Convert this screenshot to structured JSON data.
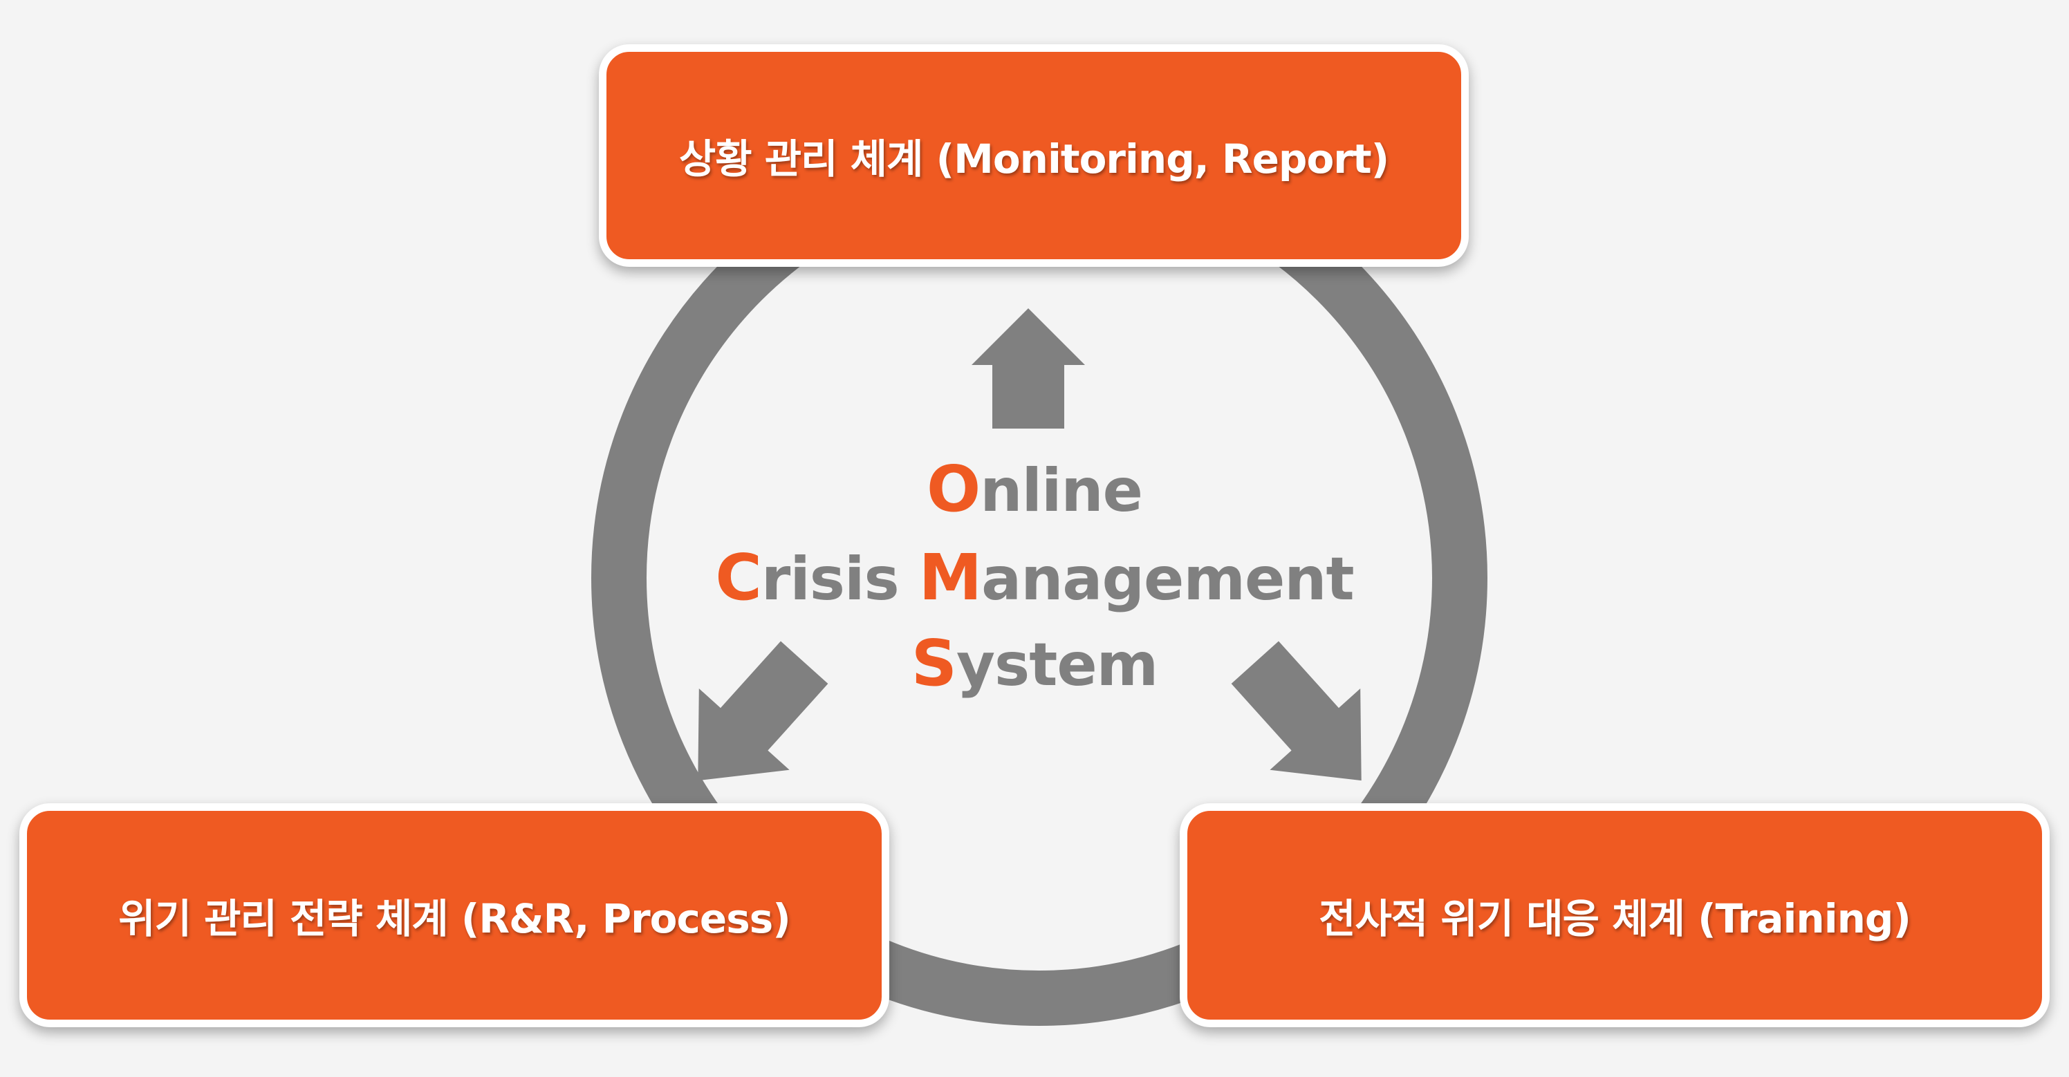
{
  "boxes": {
    "top": {
      "label": "상황 관리 체계 (Monitoring, Report)"
    },
    "left": {
      "label": "위기 관리 전략 체계 (R&R, Process)"
    },
    "right": {
      "label": "전사적 위기 대응 체계 (Training)"
    }
  },
  "center": {
    "line1": {
      "initial": "O",
      "rest": "nline"
    },
    "line2": {
      "initial1": "C",
      "rest1": "risis ",
      "initial2": "M",
      "rest2": "anagement"
    },
    "line3": {
      "initial": "S",
      "rest": "ystem"
    }
  },
  "colors": {
    "accent": "#ef5a22",
    "gray": "#808080",
    "background": "#f4f4f4",
    "box_border": "#ffffff"
  },
  "icons": [
    "cycle-ring",
    "arrow-up-icon",
    "arrow-down-left-icon",
    "arrow-down-right-icon"
  ]
}
